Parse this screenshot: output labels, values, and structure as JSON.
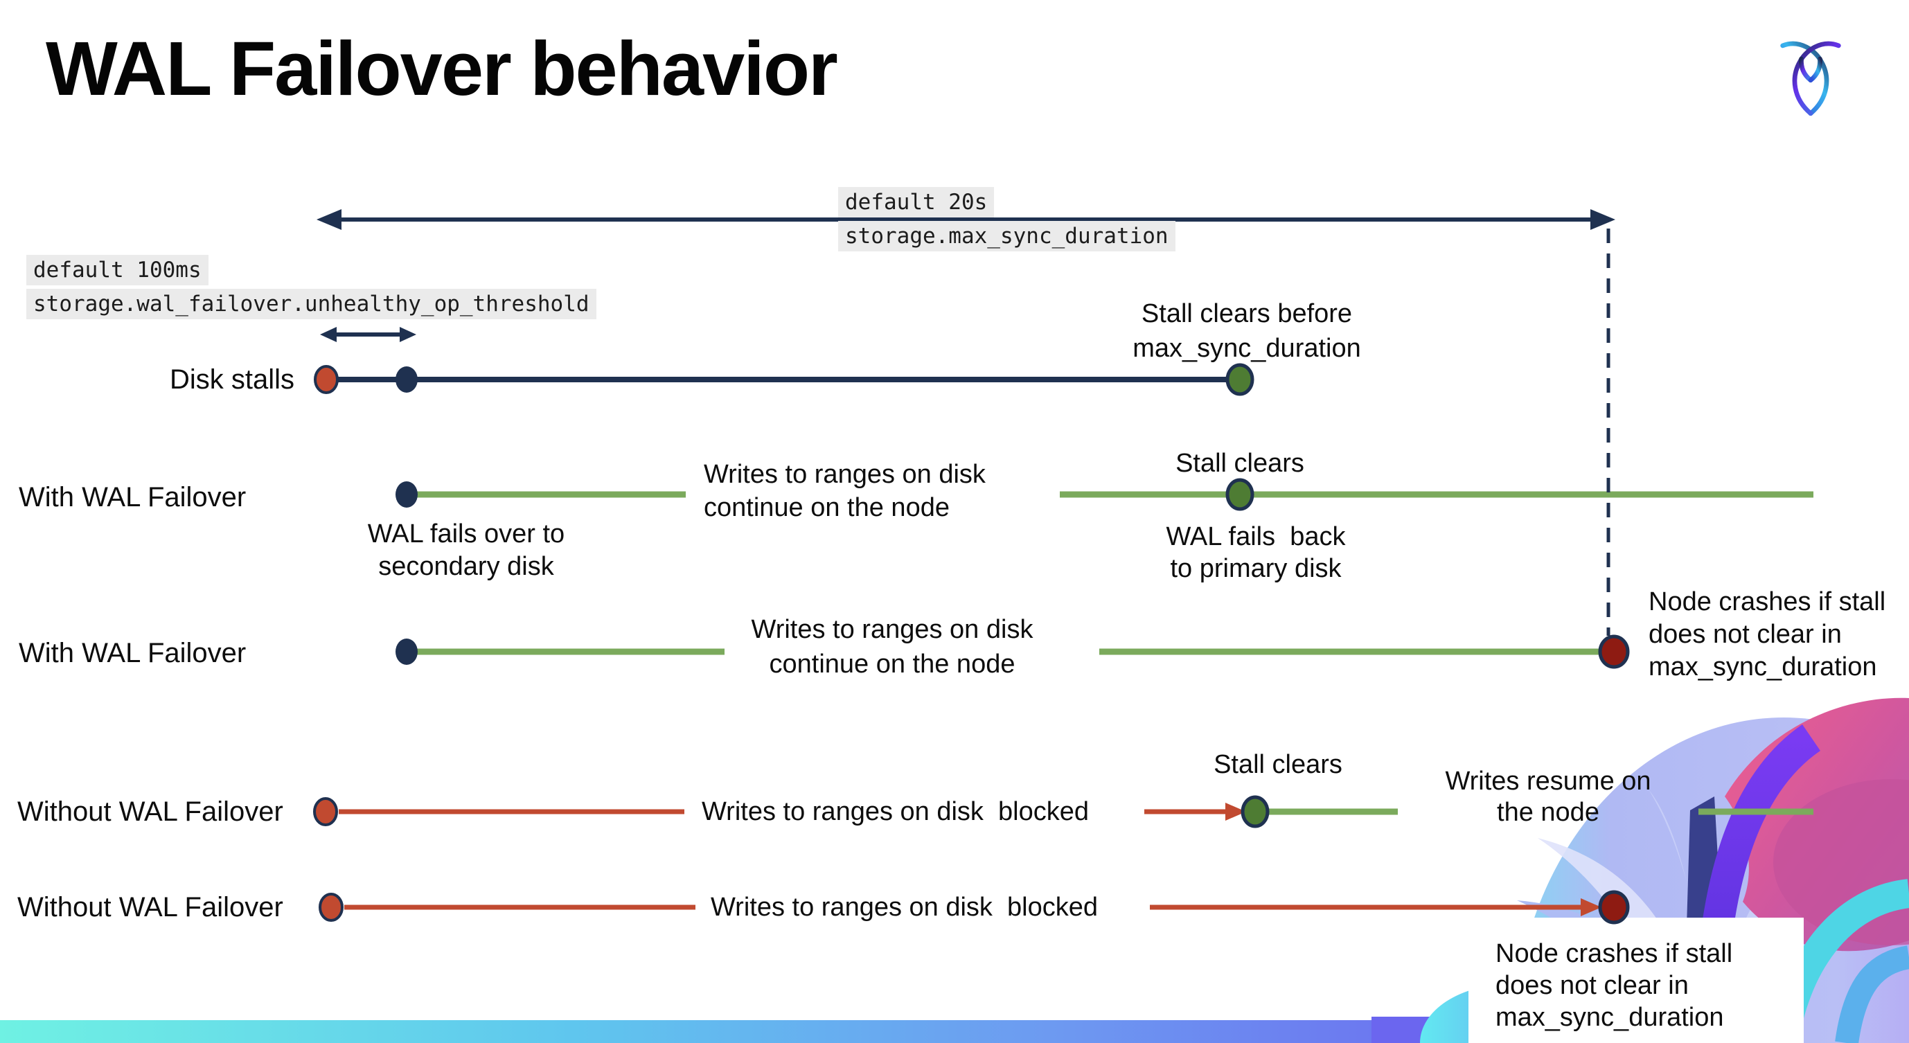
{
  "title": "WAL Failover behavior",
  "logo": {
    "name": "CockroachDB"
  },
  "config_labels": {
    "max_sync": {
      "line1": "default 20s",
      "line2": "storage.max_sync_duration"
    },
    "threshold": {
      "line1": "default 100ms",
      "line2": "storage.wal_failover.unhealthy_op_threshold"
    }
  },
  "rows": {
    "disk_stalls": {
      "label": "Disk stalls",
      "stall_note": "Stall clears before\nmax_sync_duration"
    },
    "failover_recovers": {
      "label": "With WAL Failover",
      "failover_note": "WAL fails over to\nsecondary disk",
      "writes_note": "Writes to ranges on disk\ncontinue on the node",
      "stall_note": "Stall clears",
      "failback_note": "WAL fails  back\nto primary disk"
    },
    "failover_crashes": {
      "label": "With WAL Failover",
      "writes_note": "Writes to ranges on disk\ncontinue on the node",
      "crash_note": "Node crashes if stall\ndoes not clear in\nmax_sync_duration"
    },
    "no_failover_recovers": {
      "label": "Without WAL Failover",
      "writes_note": "Writes to ranges on disk  blocked",
      "stall_note": "Stall clears",
      "resume_note": "Writes resume on\nthe node"
    },
    "no_failover_crashes": {
      "label": "Without WAL Failover",
      "writes_note": "Writes to ranges on disk  blocked",
      "crash_note": "Node crashes if stall\ndoes not clear in\nmax_sync_duration"
    }
  },
  "colors": {
    "navy": "#1f3150",
    "green_line": "#7baa5c",
    "green_dot": "#4e7c33",
    "red": "#c14a30",
    "dark_red": "#8e1b12",
    "code_bg": "#ebebeb",
    "bar_gradient_start": "#6ff1e3",
    "bar_gradient_end": "#6b4fef"
  }
}
